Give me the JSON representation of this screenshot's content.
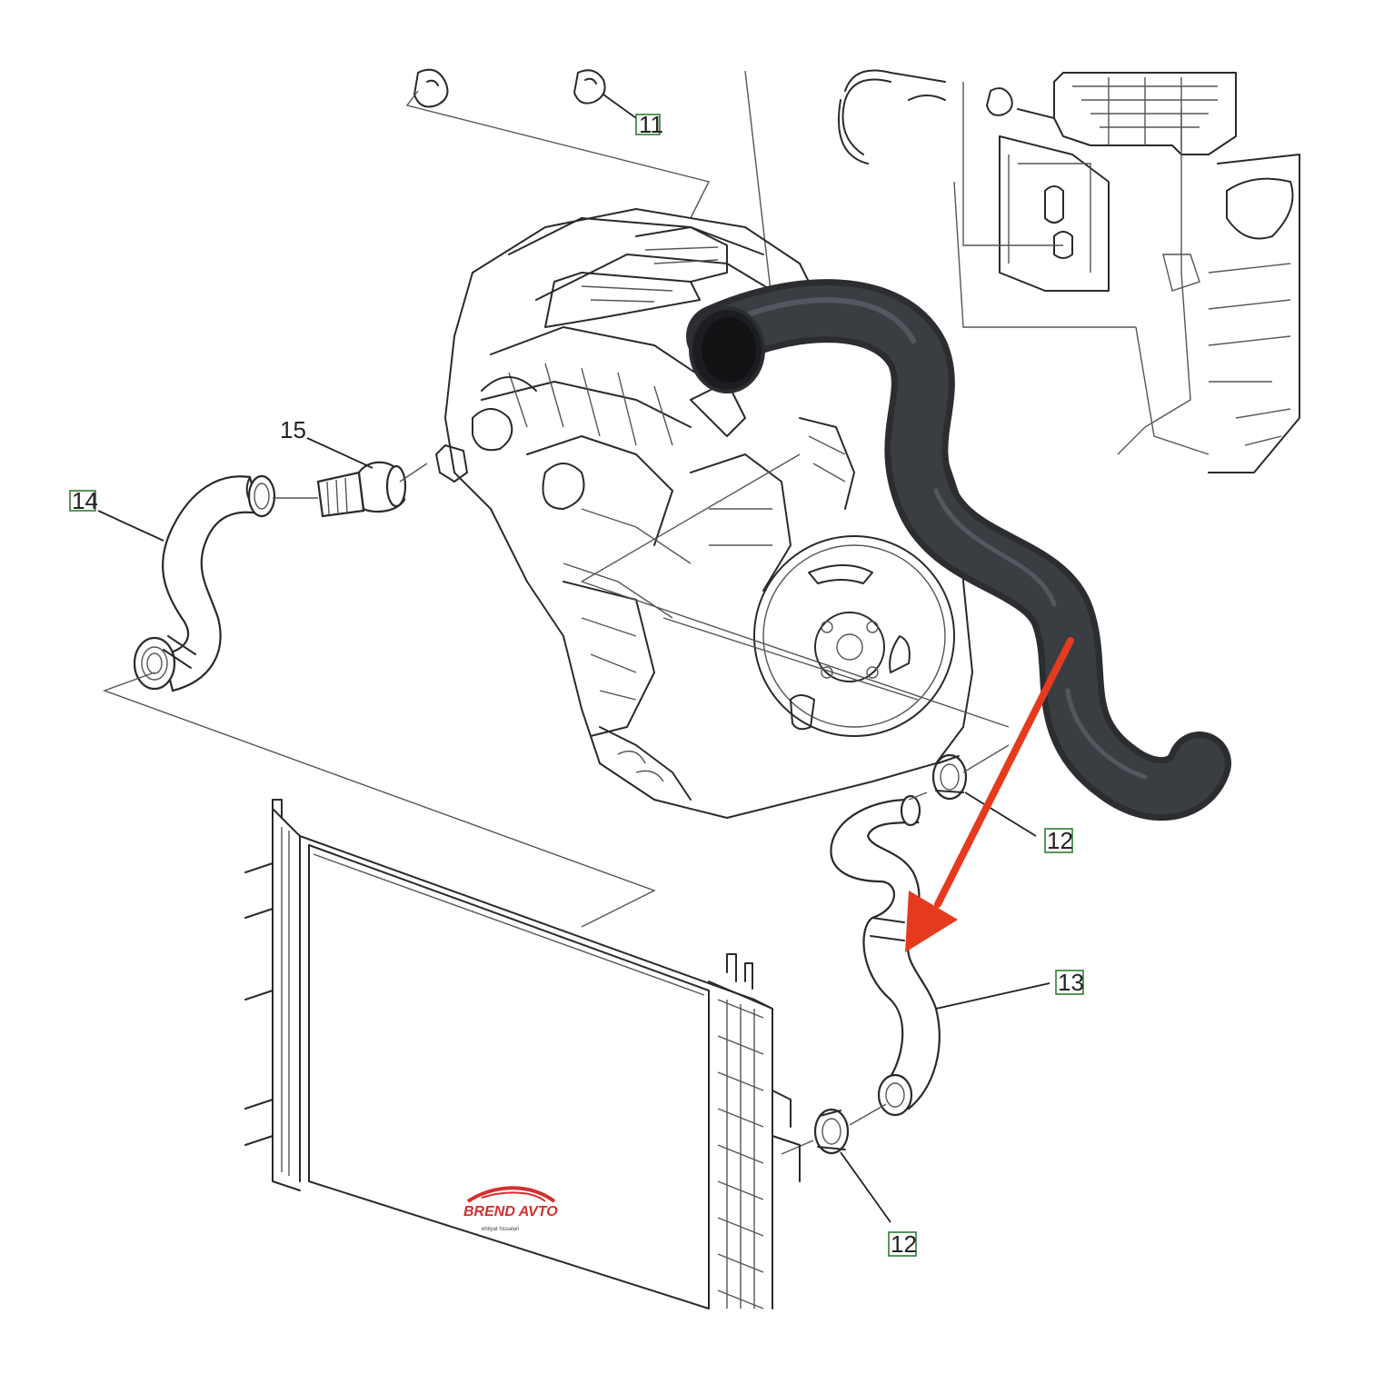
{
  "callouts": {
    "c11": "11",
    "c15": "15",
    "c14": "14",
    "c12a": "12",
    "c13": "13",
    "c12b": "12"
  },
  "logo": {
    "name": "BREND AVTO",
    "tagline": "ehtiyat hissələri"
  },
  "colors": {
    "callout_green": "#2e7d32",
    "arrow_red": "#e53a1e",
    "hose_dark": "#2b2d30",
    "logo_red": "#d32f2f"
  }
}
